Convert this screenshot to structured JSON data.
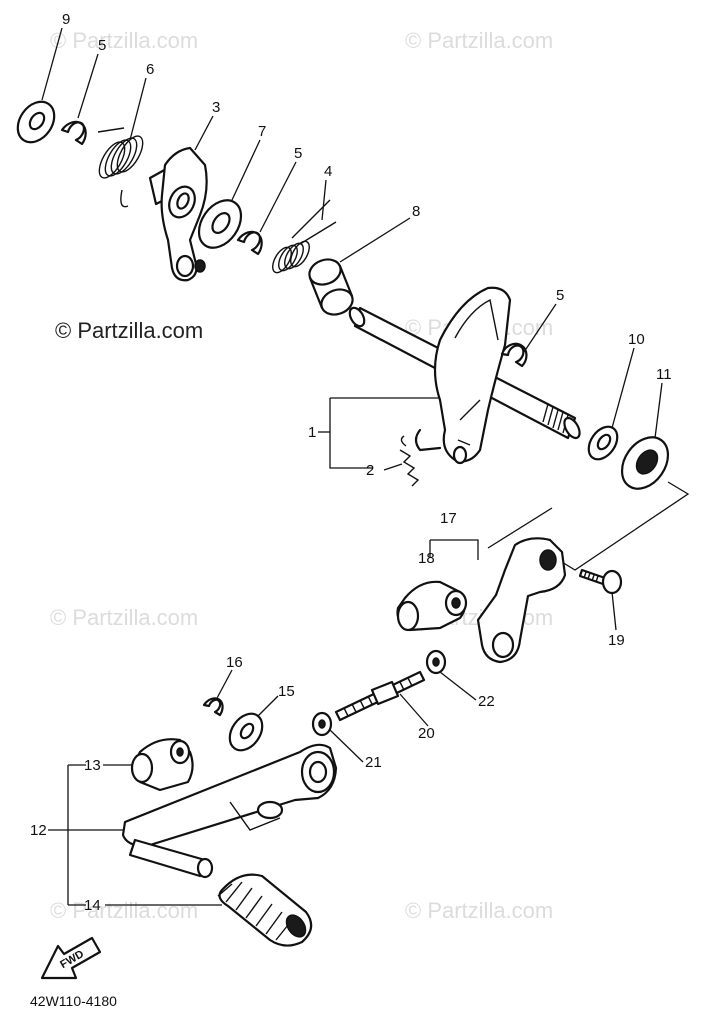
{
  "diagram": {
    "drawing_code": "42W110-4180",
    "fwd_label": "FWD",
    "watermark_text": "© Partzilla.com",
    "watermark_color": "#dcdcdc",
    "callouts": {
      "c1": "1",
      "c2": "2",
      "c3": "3",
      "c4": "4",
      "c5a": "5",
      "c5b": "5",
      "c5c": "5",
      "c6": "6",
      "c7": "7",
      "c8": "8",
      "c9": "9",
      "c10": "10",
      "c11": "11",
      "c12": "12",
      "c13": "13",
      "c14": "14",
      "c15": "15",
      "c16": "16",
      "c17": "17",
      "c18": "18",
      "c19": "19",
      "c20": "20",
      "c21": "21",
      "c22": "22"
    }
  }
}
